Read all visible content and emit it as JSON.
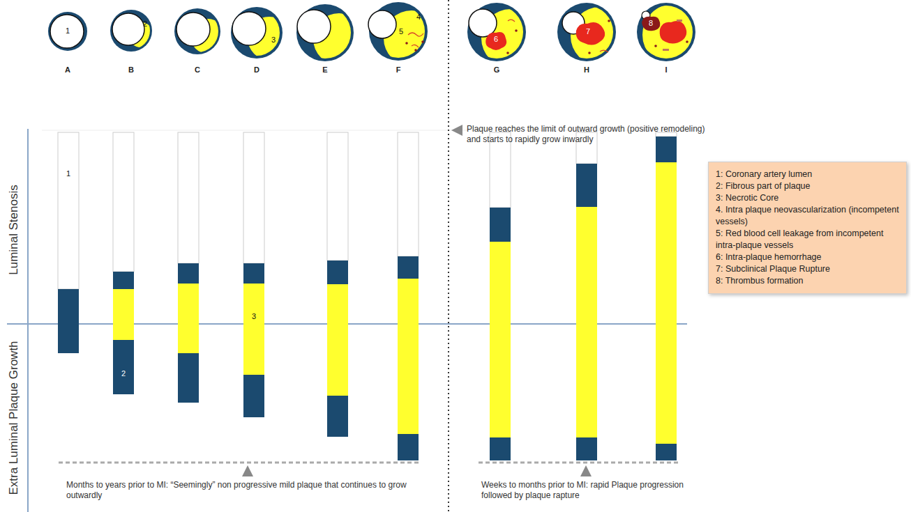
{
  "diagram": {
    "nodes": [
      {
        "text": [
          "1: Coronary artery lumen",
          "2: Fibrous part of plaque",
          "3: Necrotic Core",
          "4. Intra plaque neovascularization (incompetent vessels)",
          "5: Red blood cell leakage from incompetent intra-plaque vessels",
          "6: Intra-plaque hemorrhage",
          "7: Subclinical Plaque Rupture",
          "8: Thrombus formation"
        ]
      }
    ],
    "labels": [
      "A",
      "B",
      "C",
      "D",
      "E",
      "F",
      "G",
      "H",
      "I",
      "1",
      "2",
      "3",
      "4",
      "5",
      "6",
      "7",
      "8",
      "1",
      "2",
      "3",
      "Plaque reaches the limit of outward growth (positive remodeling) and starts to rapidly grow inwardly",
      "Luminal Stenosis",
      "Extra Luminal Plaque Growth",
      "Months to years prior to MI: “Seemingly” non progressive mild plaque that continues to grow outwardly",
      "Weeks to months prior to MI: rapid Plaque progression followed by plaque rapture"
    ]
  }
}
